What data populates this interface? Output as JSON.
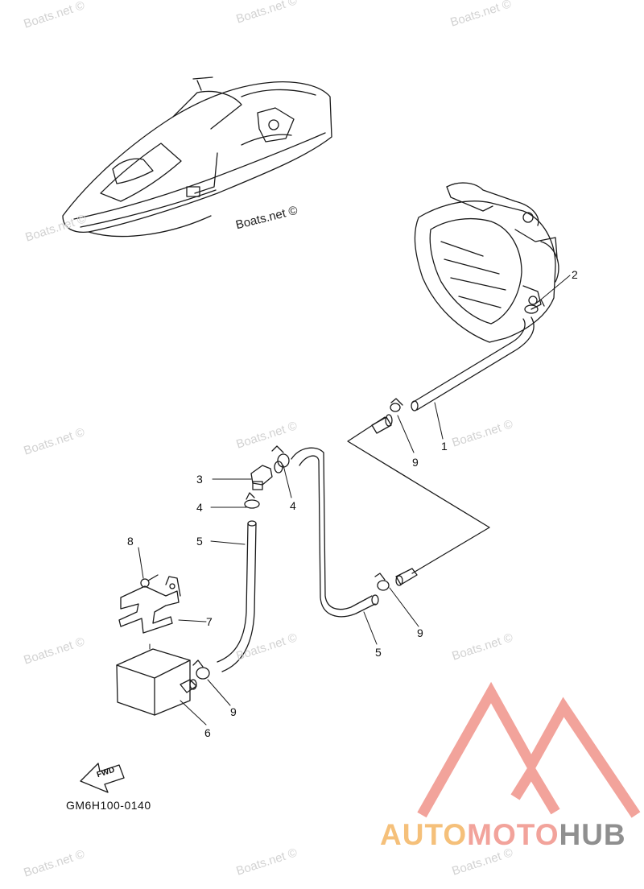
{
  "watermark": "Boats.net ©",
  "credit": "Boats.net ©",
  "fwd_label": "FWD",
  "diagram_code": "GM6H100-0140",
  "logo": {
    "part1": "AUTO",
    "part2": "MOTO",
    "part3": "HUB"
  },
  "callouts": [
    "1",
    "2",
    "3",
    "4",
    "4",
    "5",
    "5",
    "6",
    "7",
    "8",
    "9",
    "9",
    "9"
  ],
  "colors": {
    "line": "#1a1a1a",
    "watermark": "#d2d2d2",
    "logo_red": "#f2a39b",
    "logo_orange": "#f5c07a",
    "logo_gray": "#8f8f8f"
  }
}
